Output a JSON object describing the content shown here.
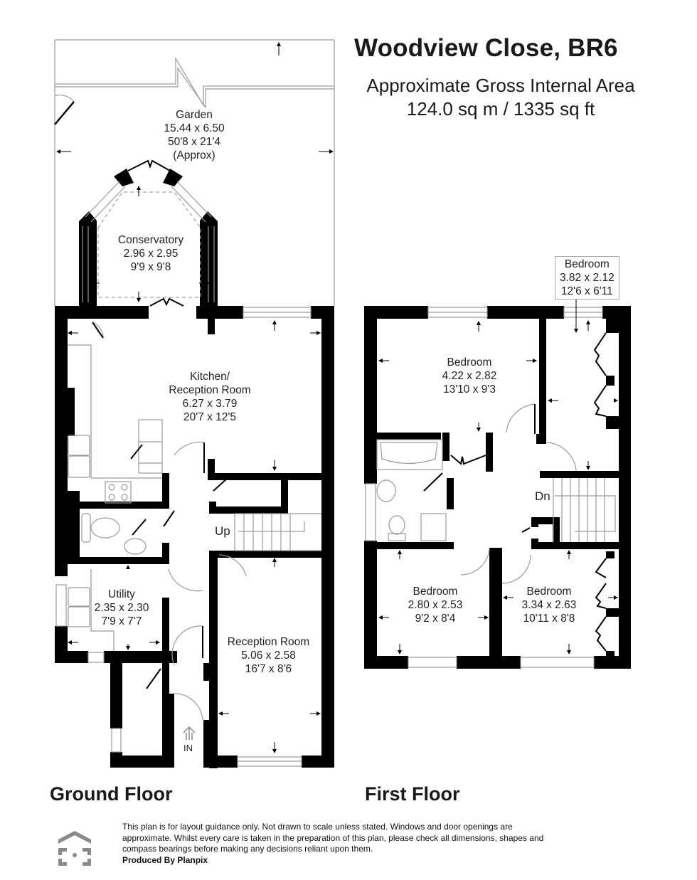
{
  "header": {
    "title": "Woodview Close, BR6",
    "subtitle_line1": "Approximate Gross Internal Area",
    "subtitle_line2": "124.0 sq m / 1335 sq ft"
  },
  "floors": {
    "ground": {
      "label": "Ground Floor",
      "rooms": [
        {
          "name": "Garden",
          "metric": "15.44 x 6.50",
          "imperial": "50'8 x 21'4",
          "note": "(Approx)"
        },
        {
          "name": "Conservatory",
          "metric": "2.96 x 2.95",
          "imperial": "9'9 x 9'8"
        },
        {
          "name": "Kitchen/",
          "name2": "Reception Room",
          "metric": "6.27 x 3.79",
          "imperial": "20'7 x 12'5"
        },
        {
          "name": "Utility",
          "metric": "2.35 x 2.30",
          "imperial": "7'9 x 7'7"
        },
        {
          "name": "Reception Room",
          "metric": "5.06 x 2.58",
          "imperial": "16'7 x 8'6"
        }
      ],
      "stairs_label": "Up",
      "entrance_label": "IN"
    },
    "first": {
      "label": "First Floor",
      "rooms": [
        {
          "name": "Bedroom",
          "metric": "4.22 x 2.82",
          "imperial": "13'10 x 9'3"
        },
        {
          "name": "Bedroom",
          "metric": "3.82 x 2.12",
          "imperial": "12'6 x 6'11"
        },
        {
          "name": "Bedroom",
          "metric": "2.80 x 2.53",
          "imperial": "9'2 x 8'4"
        },
        {
          "name": "Bedroom",
          "metric": "3.34 x 2.63",
          "imperial": "10'11 x 8'8"
        }
      ],
      "stairs_label": "Dn"
    }
  },
  "footer": {
    "disclaimer": "This plan is for layout guidance only. Not drawn to scale unless stated. Windows and door openings are approximate. Whilst every care is taken in the preparation of this plan, please check all dimensions, shapes and compass bearings before making any decisions reliant upon them.",
    "produced_by": "Produced By Planpix",
    "logo_icon": "planpix-house-logo-icon"
  },
  "colors": {
    "wall": "#000000",
    "fixture_line": "#9a9a9a",
    "text": "#1a1a1a",
    "logo_gray": "#8a8a8a"
  }
}
